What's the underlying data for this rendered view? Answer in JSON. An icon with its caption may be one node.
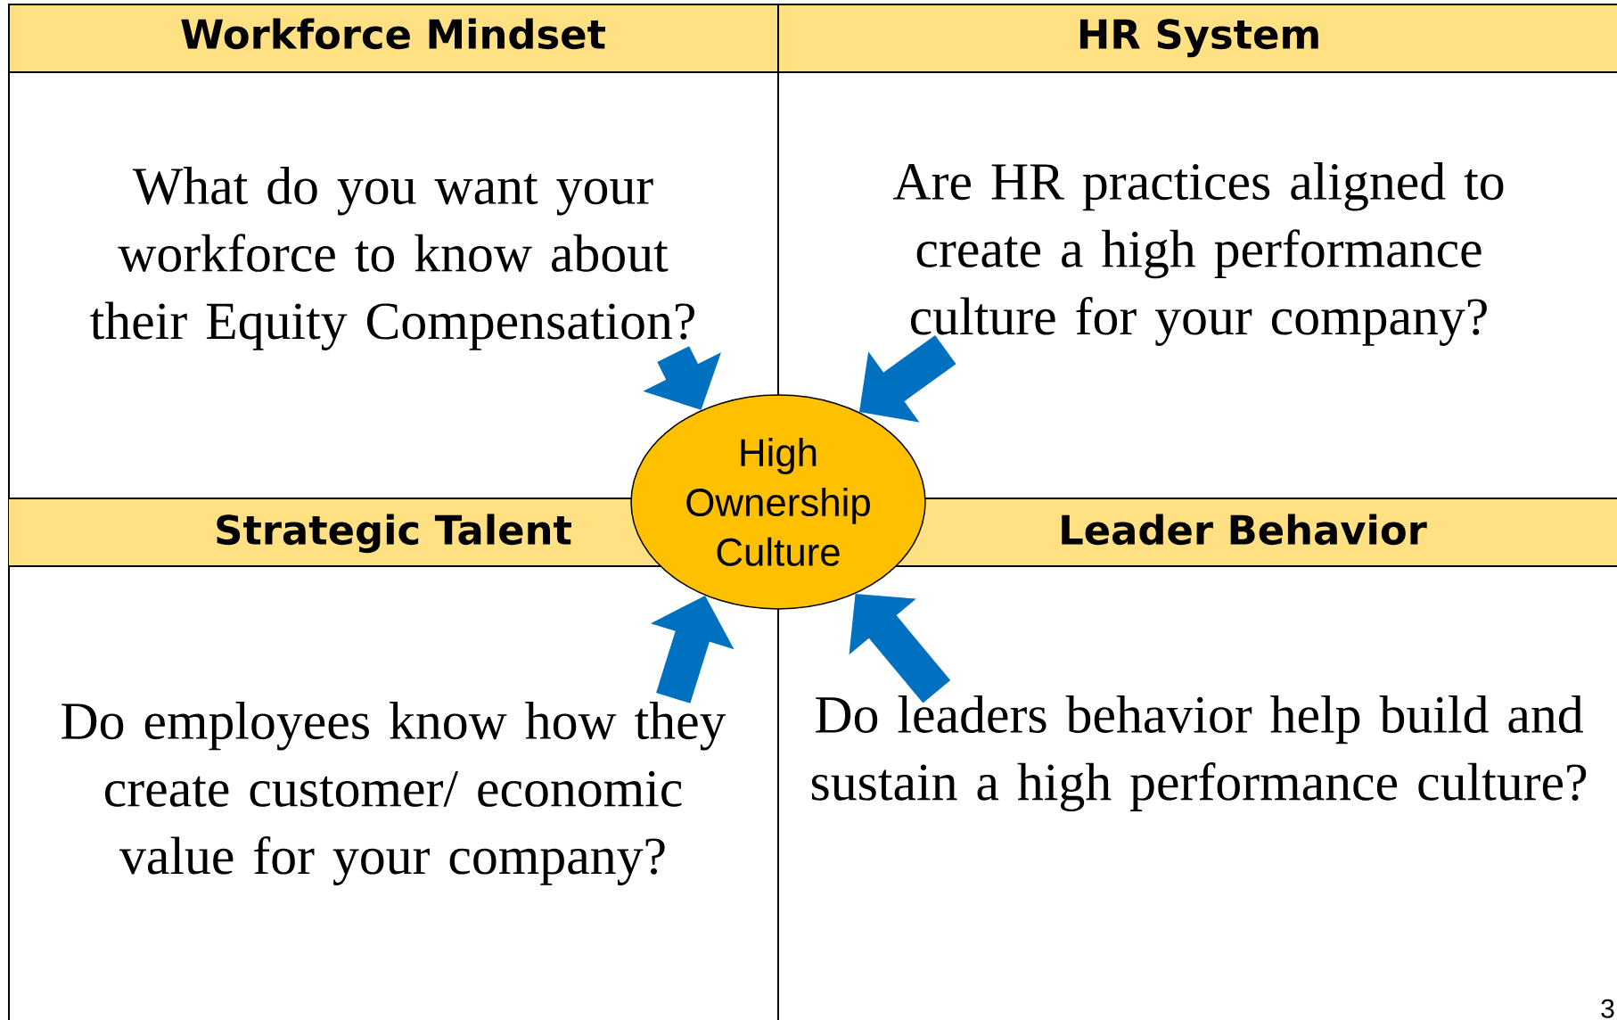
{
  "diagram": {
    "nodes": [
      {
        "text": [
          "Workforce Mindset"
        ]
      },
      {
        "text": [
          "HR System"
        ]
      },
      {
        "text": [
          "What do you want your workforce to know about their Equity Compensation?"
        ]
      },
      {
        "text": [
          "Are HR practices aligned to create a high performance culture for your company?"
        ]
      },
      {
        "text": [
          "High Ownership Culture"
        ]
      },
      {
        "text": [
          "Strategic Talent"
        ]
      },
      {
        "text": [
          "Leader Behavior"
        ]
      },
      {
        "text": [
          "Do employees know how they create customer/ economic value for your company?"
        ]
      },
      {
        "text": [
          "Do leaders behavior help build and sustain a high performance culture?"
        ]
      }
    ],
    "edges": [
      {
        "from": 2,
        "to": 4,
        "arrow": "to"
      },
      {
        "from": 3,
        "to": 4,
        "arrow": "to"
      },
      {
        "from": 7,
        "to": 4,
        "arrow": "to"
      },
      {
        "from": 8,
        "to": 4,
        "arrow": "to"
      }
    ],
    "labels": [
      "3"
    ]
  }
}
